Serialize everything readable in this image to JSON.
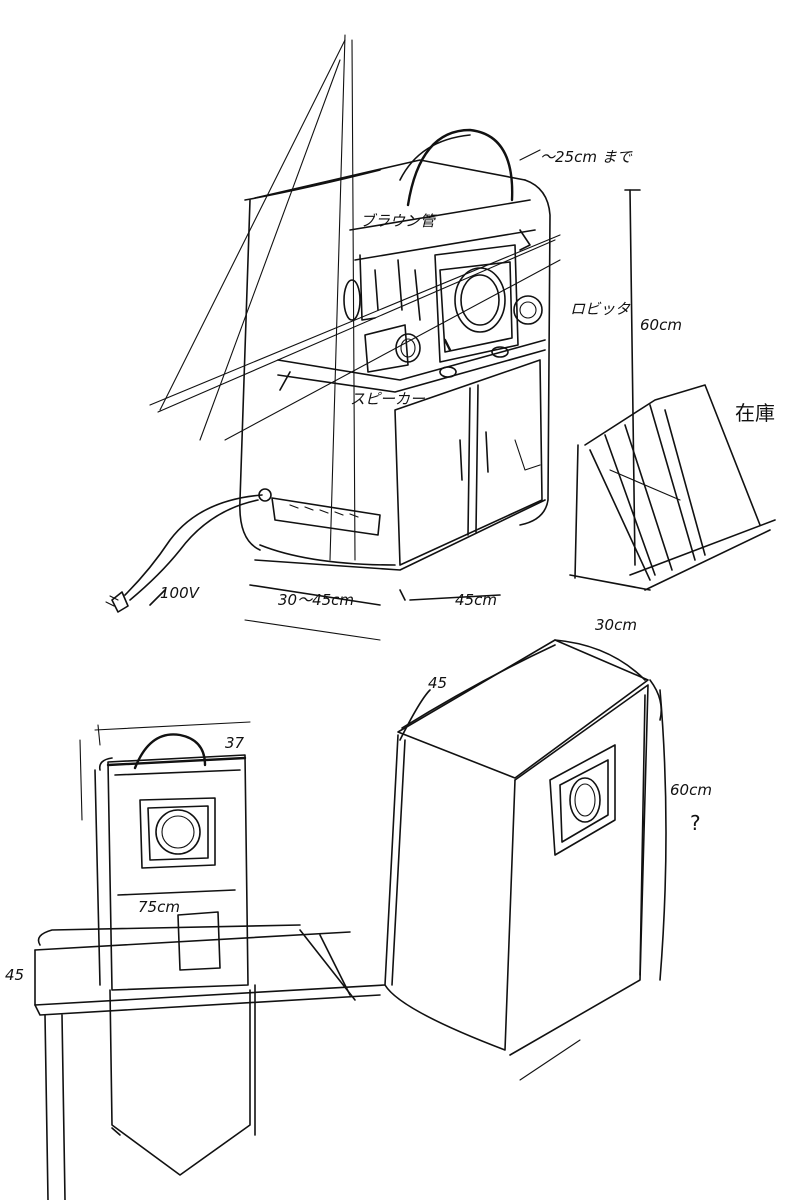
{
  "colors": {
    "ink": "#111111",
    "paper": "#ffffff"
  },
  "annotations": {
    "height_to_25": "〜25cm まで",
    "crt_label": "ブラウン管",
    "speaker_label": "スピーカー",
    "robot_label": "ロビッタ",
    "height_60_main": "60cm",
    "width_30_45": "30〜45cm",
    "depth_45_main": "45cm",
    "power_100v": "100V",
    "stock_label": "在庫",
    "small_37": "37",
    "small_75": "75cm",
    "table_45": "45",
    "box_45": "45",
    "box_30": "30cm",
    "box_60": "60cm",
    "box_question": "?"
  }
}
